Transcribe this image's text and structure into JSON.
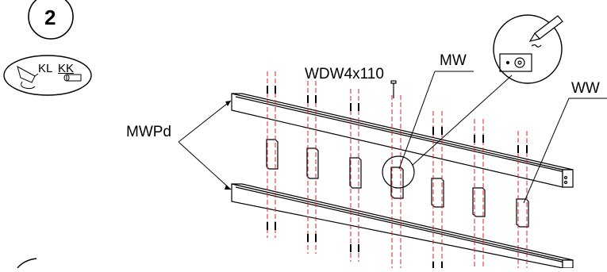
{
  "step": {
    "number": "2"
  },
  "tools": {
    "glue_label": "KL",
    "clamp_label": "KK",
    "glue_icon": "glue-bottle-icon",
    "clamp_icon": "clamp-icon"
  },
  "labels": {
    "dowel": "WDW4x110",
    "middle_panel": "MW",
    "end_panel": "WW",
    "rails": "MWPd"
  },
  "detail": {
    "icons": [
      "pencil-icon",
      "mark-hole-icon"
    ]
  },
  "colors": {
    "line": "#000000",
    "guide": "#e02020"
  }
}
